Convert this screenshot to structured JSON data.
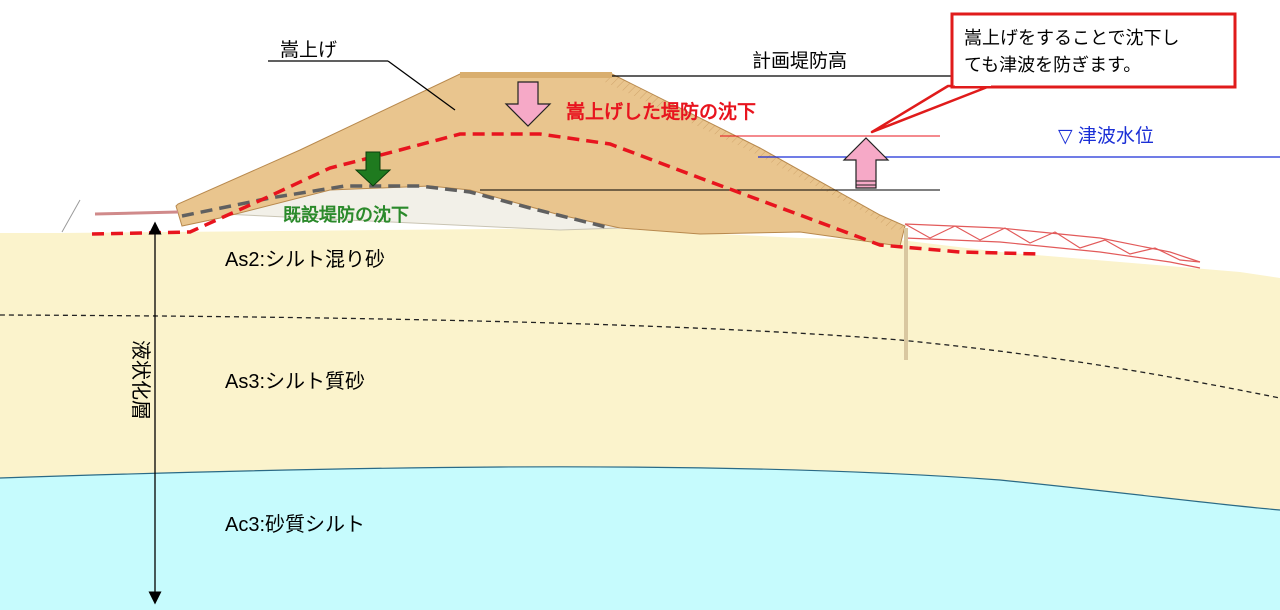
{
  "labels": {
    "mound_label": "嵩上げ",
    "planned_height": "計画堤防高",
    "raised_settlement": "嵩上げした堤防の沈下",
    "existing_settlement": "既設堤防の沈下",
    "tsunami_level": "▽ 津波水位",
    "liquefaction_layer": "液状化層",
    "callout_line1": "嵩上げをすることで沈下し",
    "callout_line2": "ても津波を防ぎます。"
  },
  "layers": [
    {
      "name": "As2:シルト混り砂",
      "color": "#fbf3cc"
    },
    {
      "name": "As3:シルト質砂",
      "color": "#fbf3cc"
    },
    {
      "name": "Ac3:砂質シルト",
      "color": "#c6fbfd"
    }
  ],
  "colors": {
    "embankment": "#e9c58e",
    "raised_line": "#e8141e",
    "existing_line": "#606060",
    "settle_arrow": "#1f7a1f",
    "pink_arrow": "#f6a9c7",
    "tsunami": "#1b2fd6",
    "callout_border": "#e01b1b",
    "green_text": "#2b8a2b"
  }
}
